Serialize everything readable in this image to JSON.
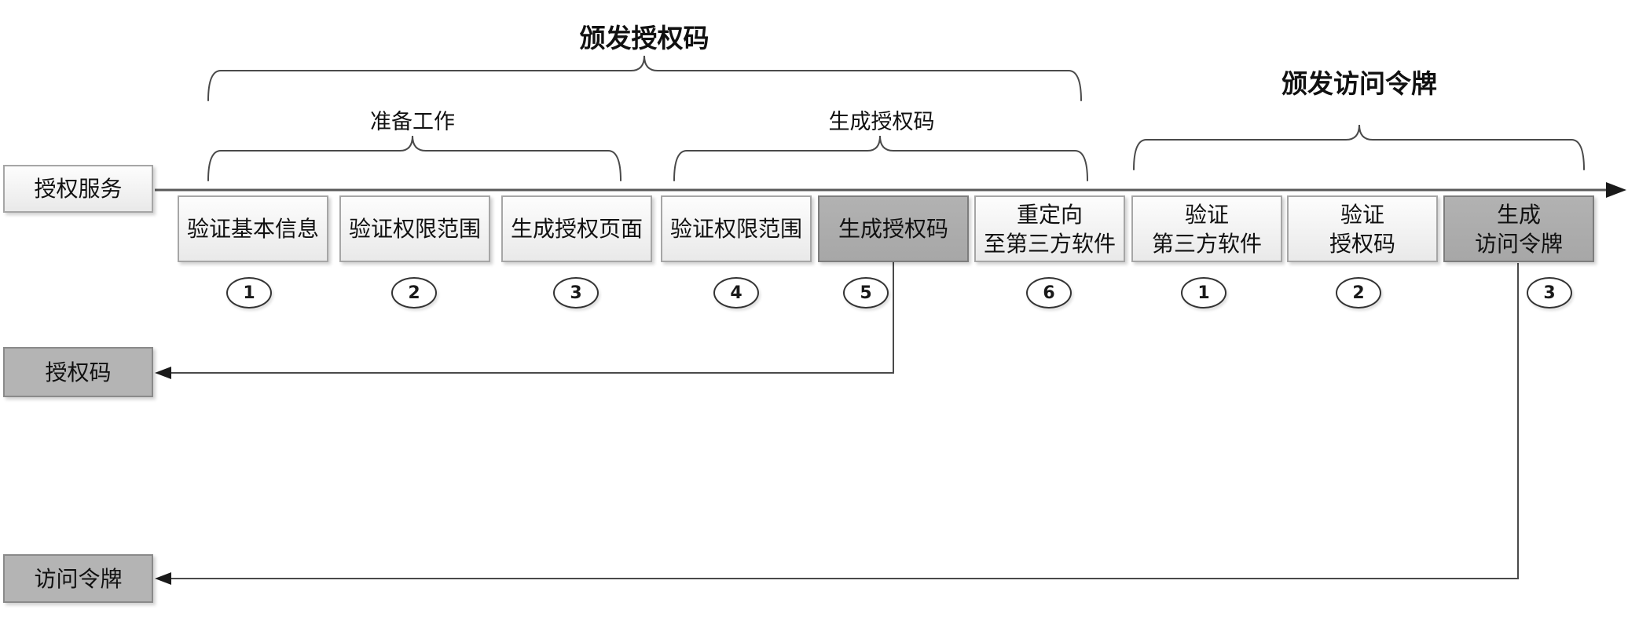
{
  "diagram": {
    "titles": {
      "issue_auth_code": "颁发授权码",
      "preparation": "准备工作",
      "generate_auth_code": "生成授权码",
      "issue_access_token": "颁发访问令牌"
    },
    "lane_label": "授权服务",
    "steps": [
      {
        "label": "验证基本信息",
        "num": "1",
        "variant": "light"
      },
      {
        "label": "验证权限范围",
        "num": "2",
        "variant": "light"
      },
      {
        "label": "生成授权页面",
        "num": "3",
        "variant": "light"
      },
      {
        "label": "验证权限范围",
        "num": "4",
        "variant": "light"
      },
      {
        "label": "生成授权码",
        "num": "5",
        "variant": "dark"
      },
      {
        "label": "重定向\n至第三方软件",
        "num": "6",
        "variant": "light"
      },
      {
        "label": "验证\n第三方软件",
        "num": "1",
        "variant": "light"
      },
      {
        "label": "验证\n授权码",
        "num": "2",
        "variant": "light"
      },
      {
        "label": "生成\n访问令牌",
        "num": "3",
        "variant": "dark"
      }
    ],
    "outputs": [
      {
        "label": "授权码"
      },
      {
        "label": "访问令牌"
      }
    ],
    "colors": {
      "dark_box": "#aaaaaa",
      "dark_border": "#7d7d7d",
      "light_box": "#f3f3f3",
      "light_border": "#a6a6a6",
      "line": "#4a4a4a",
      "gray_output_box": "#b4b4b4"
    }
  }
}
